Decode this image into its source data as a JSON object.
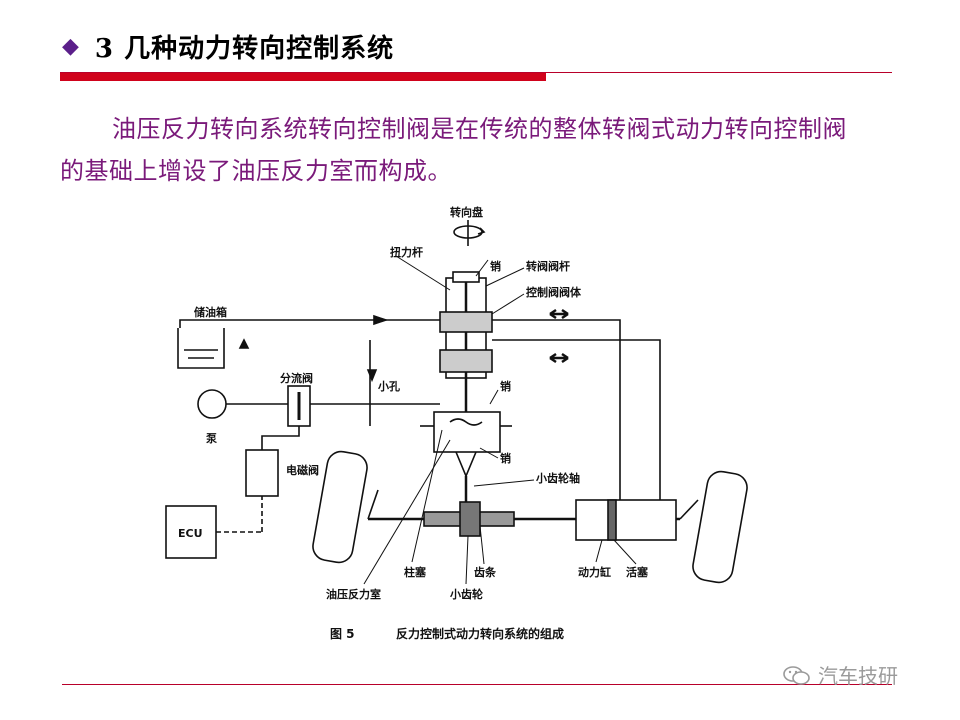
{
  "title": {
    "bullet": "◆",
    "text": "3 几种动力转向控制系统"
  },
  "paragraph": "油压反力转向系统转向控制阀是在传统的整体转阀式动力转向控制阀的基础上增设了油压反力室而构成。",
  "diagram": {
    "labels": {
      "steering_wheel": "转向盘",
      "torsion_bar": "扭力杆",
      "pin_top": "销",
      "valve_rod": "转阀阀杆",
      "valve_body": "控制阀阀体",
      "reservoir": "储油箱",
      "flow_divider": "分流阀",
      "orifice": "小孔",
      "pin_mid": "销",
      "pump": "泵",
      "solenoid": "电磁阀",
      "pin_low": "销",
      "pinion_shaft": "小齿轮轴",
      "ecu": "ECU",
      "plunger": "柱塞",
      "rack": "齿条",
      "cylinder": "动力缸",
      "piston": "活塞",
      "reaction_chamber": "油压反力室",
      "pinion": "小齿轮"
    },
    "caption_number": "图 5",
    "caption_text": "反力控制式动力转向系统的组成"
  },
  "watermark": "汽车技研",
  "colors": {
    "title_bullet": "#5b1f8a",
    "rule": "#d0021b",
    "body_text": "#7a1a7a",
    "watermark": "#9a9a9a"
  }
}
